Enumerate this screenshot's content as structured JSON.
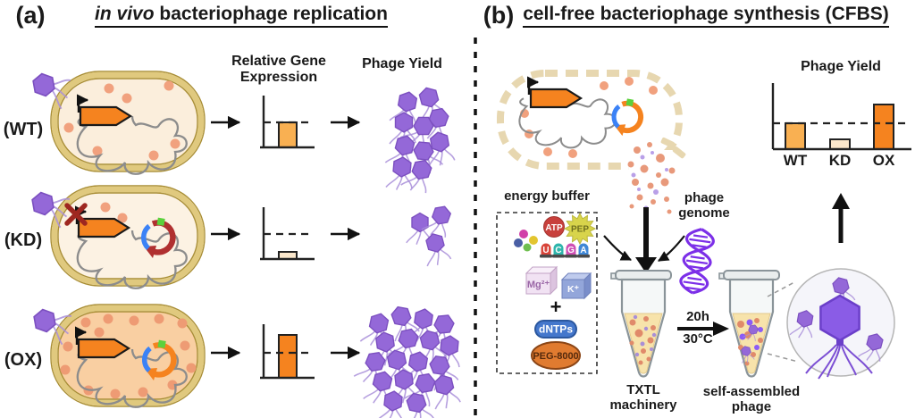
{
  "panel_a": {
    "tag": "(a)",
    "title_italic": "in vivo",
    "title_rest": "bacteriophage replication",
    "gene_expr_header": "Relative Gene Expression",
    "phage_yield_header": "Phage Yield",
    "rows": [
      {
        "label": "(WT)",
        "expression_relative": 1.0,
        "phage_count": 10
      },
      {
        "label": "(KD)",
        "expression_relative": 0.2,
        "phage_count": 3
      },
      {
        "label": "(OX)",
        "expression_relative": 1.65,
        "phage_count": 18
      }
    ]
  },
  "panel_b": {
    "tag": "(b)",
    "title": "cell-free bacteriophage synthesis (CFBS)",
    "phage_yield_title": "Phage Yield",
    "energy_buffer": {
      "label": "energy buffer",
      "atp": "ATP",
      "pep": "PEP",
      "nucleotides": [
        "U",
        "C",
        "G",
        "A"
      ],
      "mg": "Mg²⁺",
      "k": "K⁺",
      "plus": "+",
      "dntps": "dNTPs",
      "peg": "PEG-8000"
    },
    "phage_genome_label": "phage genome",
    "reaction": {
      "time": "20h",
      "temp": "30°C"
    },
    "tube1_label": "TXTL machinery",
    "tube2_label": "self-assembled phage",
    "chart_labels": [
      "WT",
      "KD",
      "OX"
    ]
  },
  "colors": {
    "accent_orange": "#F5831F",
    "bar_light_orange": "#F9B052",
    "bar_pale": "#FBE7CB",
    "phage_purple": "#9468D8",
    "membrane_gold": "#E0C97E",
    "plasmid_blue": "#3B82F6",
    "plasmid_red": "#B03030",
    "plasmid_green": "#5BD13C"
  },
  "chart_data": [
    {
      "type": "bar",
      "title": "Relative Gene Expression (in vivo, schematic)",
      "categories": [
        "WT",
        "KD",
        "OX"
      ],
      "values": [
        1.0,
        0.2,
        1.65
      ],
      "threshold_dashed_line": 1.0,
      "ylabel": "",
      "xlabel": "",
      "grid": false
    },
    {
      "type": "bar",
      "title": "Phage Yield (CFBS, schematic)",
      "categories": [
        "WT",
        "KD",
        "OX"
      ],
      "values": [
        1.0,
        0.35,
        1.7
      ],
      "threshold_dashed_line": 1.0,
      "ylabel": "",
      "xlabel": "",
      "grid": false
    }
  ]
}
